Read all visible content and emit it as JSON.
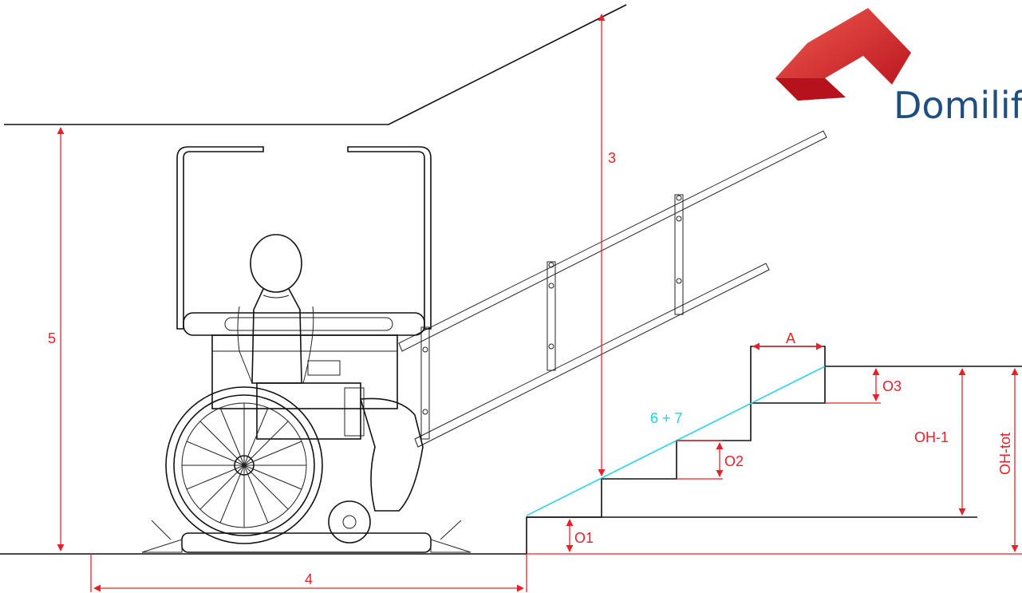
{
  "logo": {
    "text": "Domilif"
  },
  "dimensions": {
    "ceiling_to_step": "3",
    "distance_to_stair": "4",
    "total_height_clearance": "5",
    "rise_length": "6 + 7",
    "step_depth": "A",
    "first_step_height": "O1",
    "middle_step_height": "O2",
    "top_step_height": "O3",
    "height_minus_one": "OH-1",
    "total_height": "OH-tot"
  },
  "colors": {
    "dimension": "#e8202a",
    "slope": "#19d3ee",
    "logo_red": "#d32a2f",
    "logo_text": "#1f4f7f",
    "line": "#111111"
  }
}
